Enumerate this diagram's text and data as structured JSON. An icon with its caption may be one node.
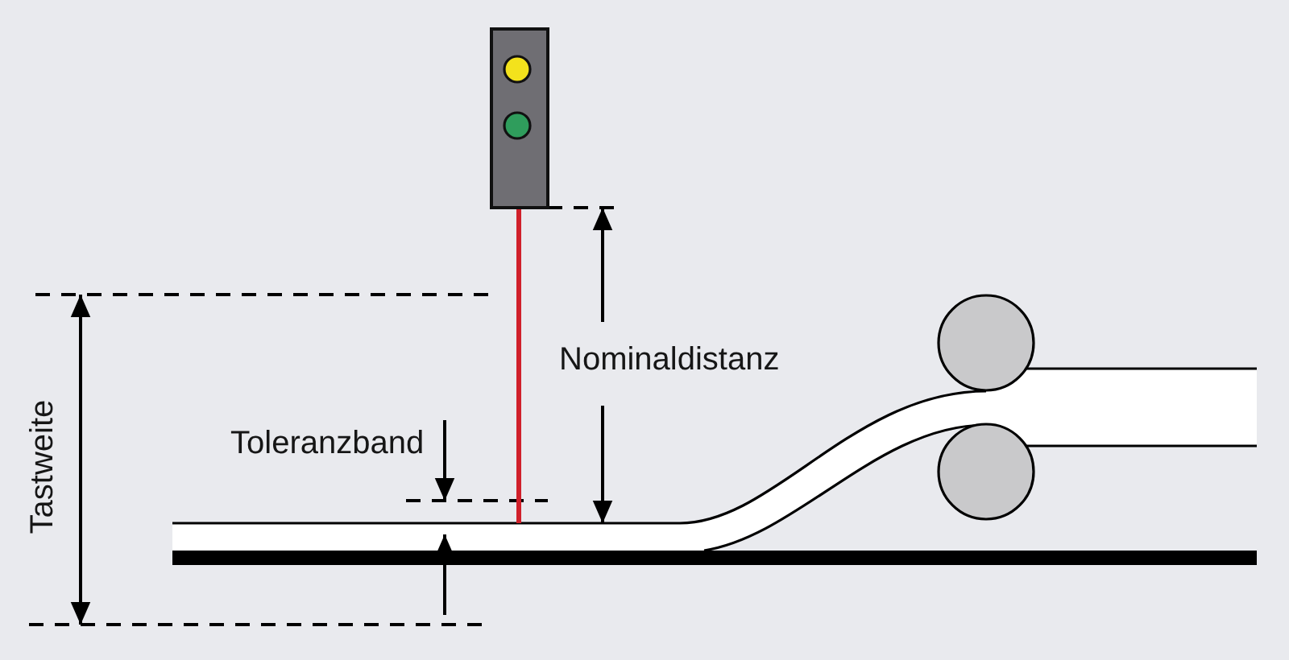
{
  "diagram": {
    "labels": [
      "Nominaldistanz",
      "Toleranzband",
      "Tastweite"
    ]
  }
}
